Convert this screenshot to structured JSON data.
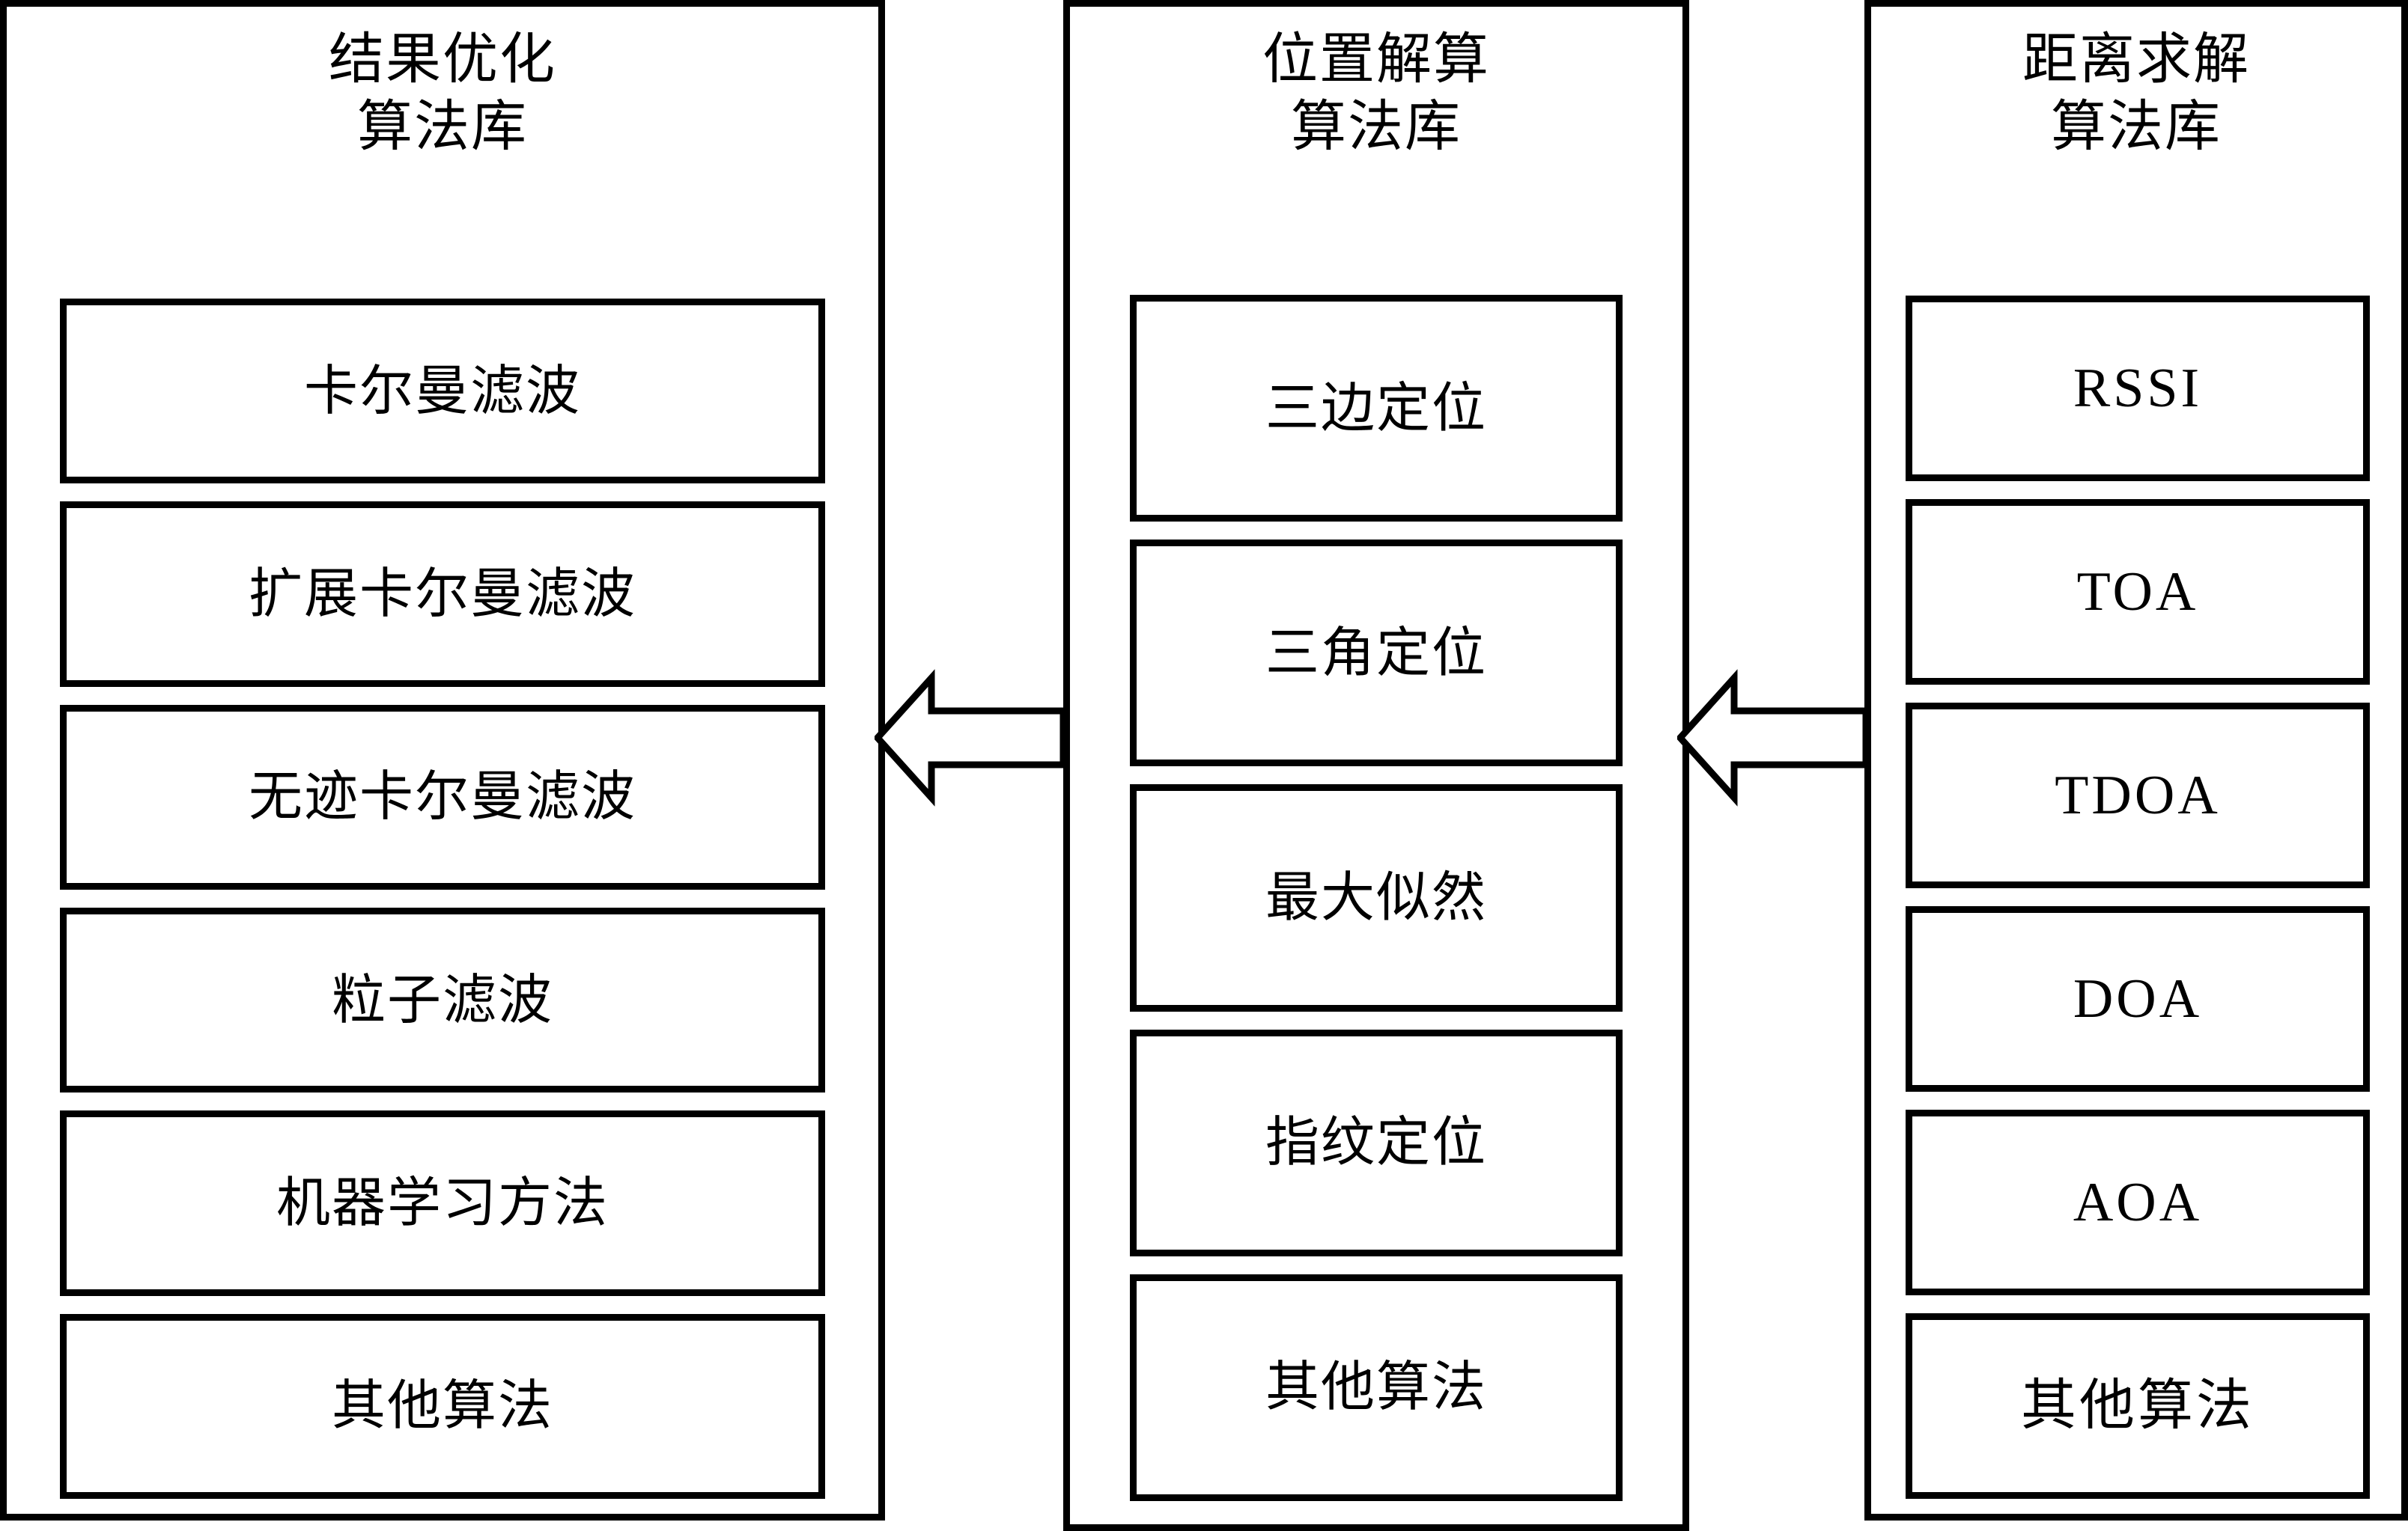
{
  "diagram": {
    "type": "flow-diagram",
    "orientation": "right-to-left",
    "background_color": "#ffffff",
    "line_color": "#000000",
    "columns": [
      {
        "id": "result-optimization",
        "title": "结果优化\n算法库",
        "title_lines": [
          "结果优化",
          "算法库"
        ],
        "items": [
          "卡尔曼滤波",
          "扩展卡尔曼滤波",
          "无迹卡尔曼滤波",
          "粒子滤波",
          "机器学习方法",
          "其他算法"
        ]
      },
      {
        "id": "position-solving",
        "title": "位置解算\n算法库",
        "title_lines": [
          "位置解算",
          "算法库"
        ],
        "items": [
          "三边定位",
          "三角定位",
          "最大似然",
          "指纹定位",
          "其他算法"
        ]
      },
      {
        "id": "distance-estimation",
        "title": "距离求解\n算法库",
        "title_lines": [
          "距离求解",
          "算法库"
        ],
        "items": [
          "RSSI",
          "TOA",
          "TDOA",
          "DOA",
          "AOA",
          "其他算法"
        ]
      }
    ],
    "arrows": [
      {
        "id": "arrow-middle-to-left",
        "direction": "left",
        "style": "hollow-block-arrow",
        "from": "position-solving",
        "to": "result-optimization"
      },
      {
        "id": "arrow-right-to-middle",
        "direction": "left",
        "style": "hollow-block-arrow",
        "from": "distance-estimation",
        "to": "position-solving"
      }
    ]
  }
}
